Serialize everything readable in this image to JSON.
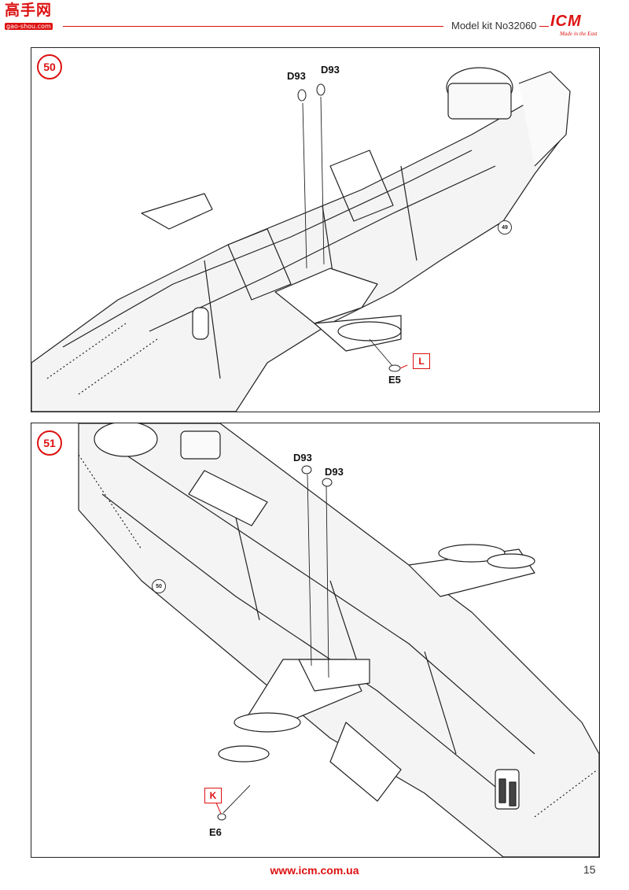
{
  "header": {
    "site_cn": "高手网",
    "site_domain": "gao-shou.com",
    "kit_label": "Model kit No32060",
    "brand_logo": "ICM",
    "brand_tagline": "Made in the East"
  },
  "steps": [
    {
      "number": "50",
      "ref_step": "49",
      "parts": [
        "D93",
        "D93",
        "E5"
      ],
      "color_code": "L"
    },
    {
      "number": "51",
      "ref_step": "50",
      "parts": [
        "D93",
        "D93",
        "E6"
      ],
      "color_code": "K"
    }
  ],
  "footer": {
    "url": "www.icm.com.ua",
    "page": "15"
  },
  "colors": {
    "accent": "#dd1111",
    "line": "#222222"
  }
}
